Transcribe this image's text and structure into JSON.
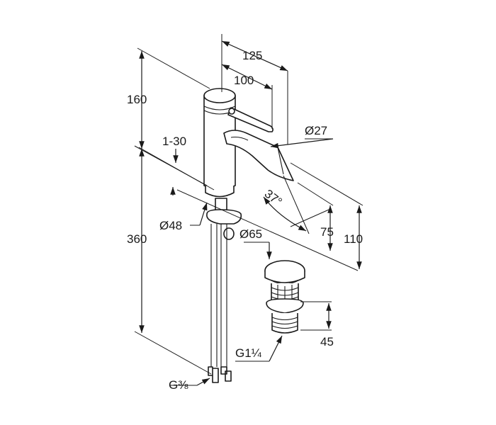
{
  "dimensions": {
    "d125": "125",
    "d100": "100",
    "d160": "160",
    "d1_30": "1-30",
    "d_o27": "Ø27",
    "d_o48": "Ø48",
    "d_o65": "Ø65",
    "d37": "37°",
    "d75": "75",
    "d110": "110",
    "d360": "360",
    "d45": "45",
    "g114": "G1¼",
    "g38": "G⅜"
  }
}
